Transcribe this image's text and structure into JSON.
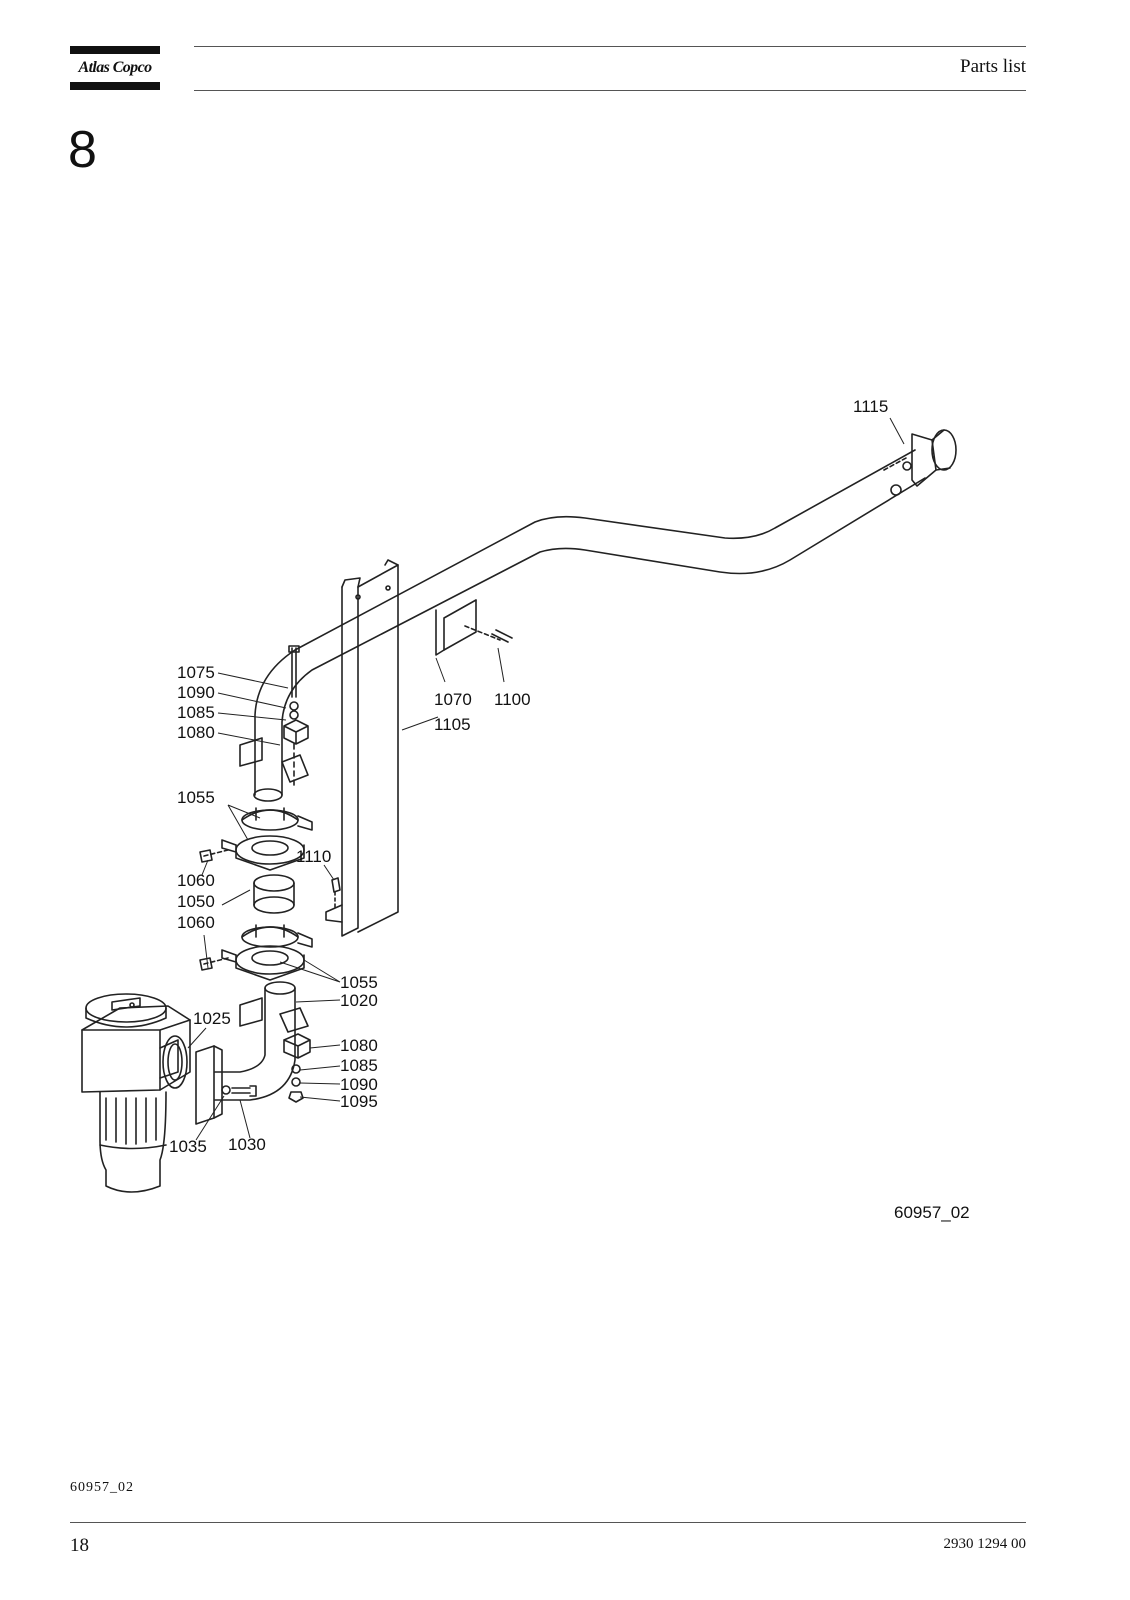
{
  "header": {
    "brand": "Atlas Copco",
    "title": "Parts list"
  },
  "section_number": "8",
  "drawing": {
    "id": "60957_02",
    "callouts": [
      {
        "text": "1115"
      },
      {
        "text": "1075"
      },
      {
        "text": "1090"
      },
      {
        "text": "1085"
      },
      {
        "text": "1080"
      },
      {
        "text": "1070"
      },
      {
        "text": "1100"
      },
      {
        "text": "1105"
      },
      {
        "text": "1055"
      },
      {
        "text": "1110"
      },
      {
        "text": "1060"
      },
      {
        "text": "1050"
      },
      {
        "text": "1060"
      },
      {
        "text": "1055"
      },
      {
        "text": "1020"
      },
      {
        "text": "1025"
      },
      {
        "text": "1080"
      },
      {
        "text": "1085"
      },
      {
        "text": "1090"
      },
      {
        "text": "1095"
      },
      {
        "text": "1035"
      },
      {
        "text": "1030"
      }
    ]
  },
  "footer": {
    "reference": "60957_02",
    "page_number": "18",
    "document_number": "2930 1294 00"
  }
}
